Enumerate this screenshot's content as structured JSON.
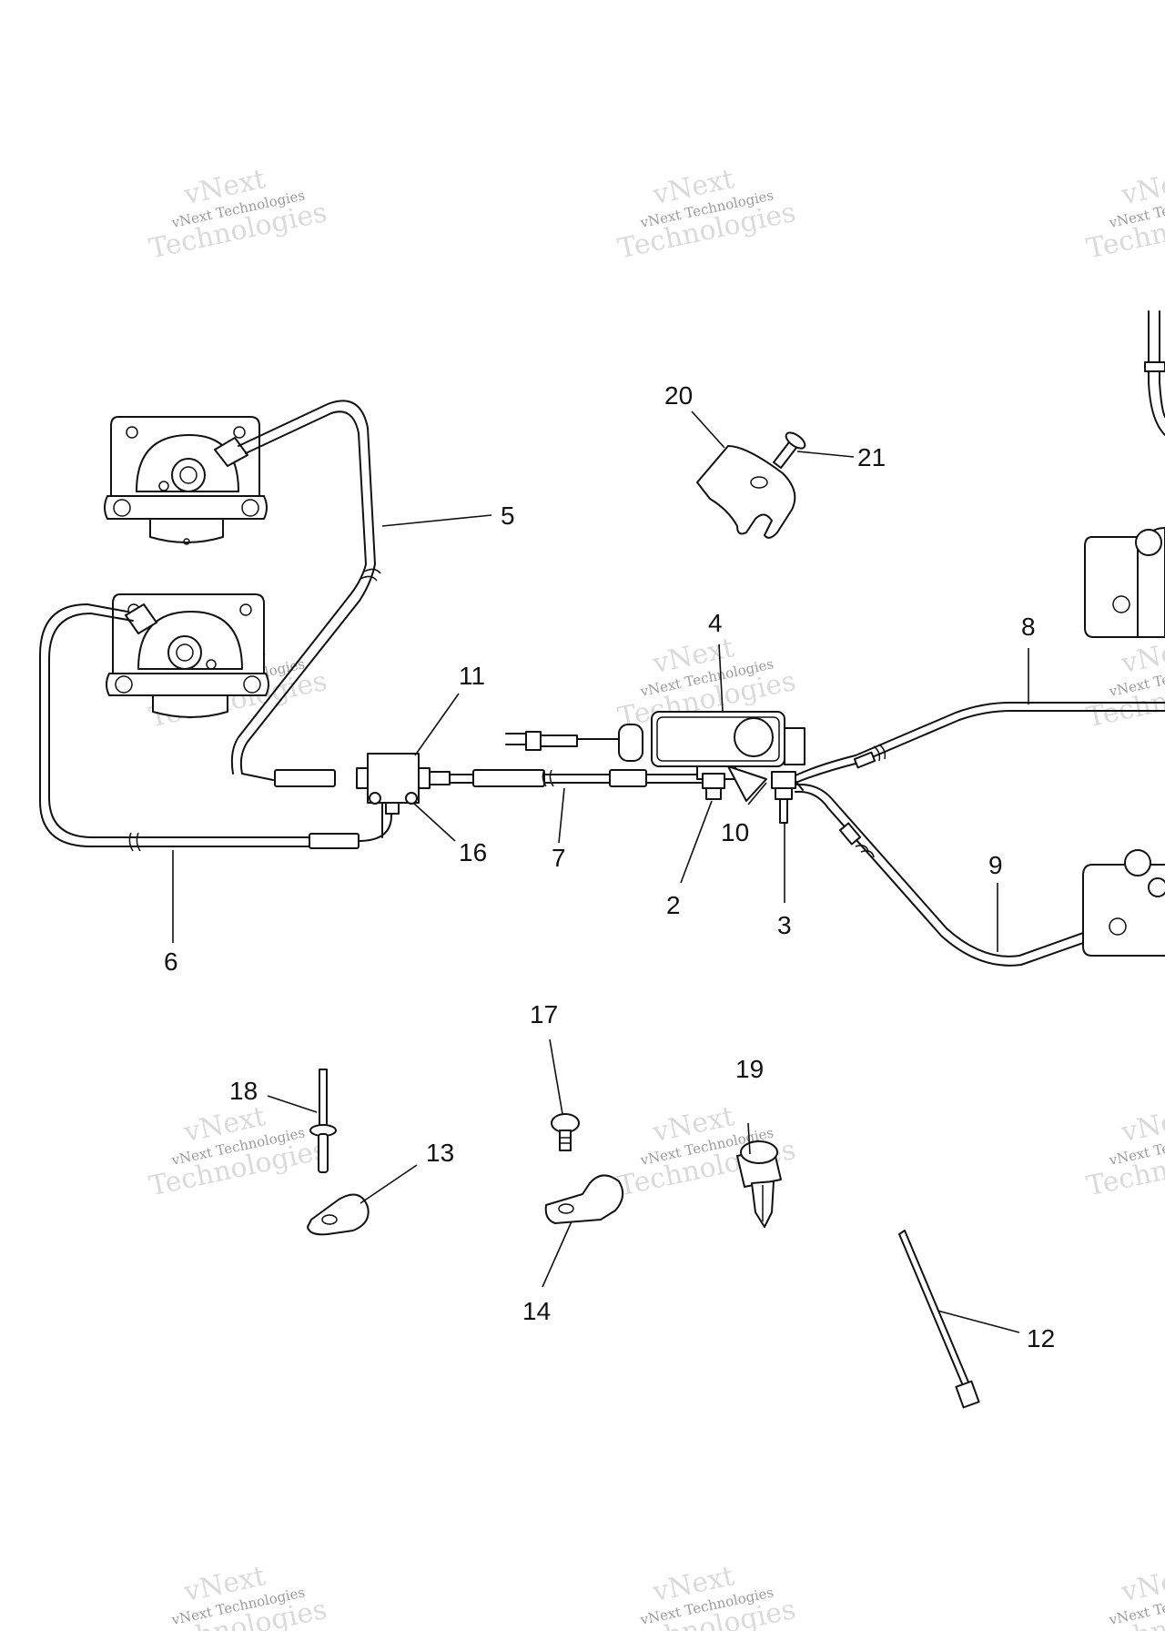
{
  "watermark": {
    "line1": "vNext Technologies",
    "line2": "Technologies",
    "line3": "vNext"
  },
  "callouts": {
    "c2": "2",
    "c3": "3",
    "c4": "4",
    "c5": "5",
    "c6": "6",
    "c7": "7",
    "c8": "8",
    "c9": "9",
    "c10": "10",
    "c11": "11",
    "c12": "12",
    "c13": "13",
    "c14": "14",
    "c16": "16",
    "c17": "17",
    "c18": "18",
    "c19": "19",
    "c20": "20",
    "c21": "21"
  },
  "colors": {
    "ink": "#111111",
    "watermark": "#9a9a9a"
  }
}
